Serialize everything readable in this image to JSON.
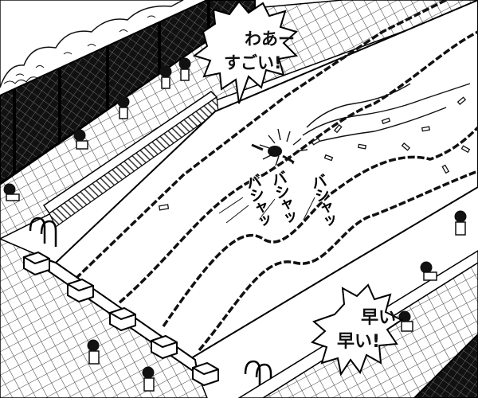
{
  "speech": {
    "wow_line1": "わあー",
    "wow_line2": "すごい!",
    "fast_line1": "早い",
    "fast_line2": "早い!"
  },
  "sound_effects": [
    "バシャッ",
    "バシャッ",
    "バシャッ"
  ]
}
